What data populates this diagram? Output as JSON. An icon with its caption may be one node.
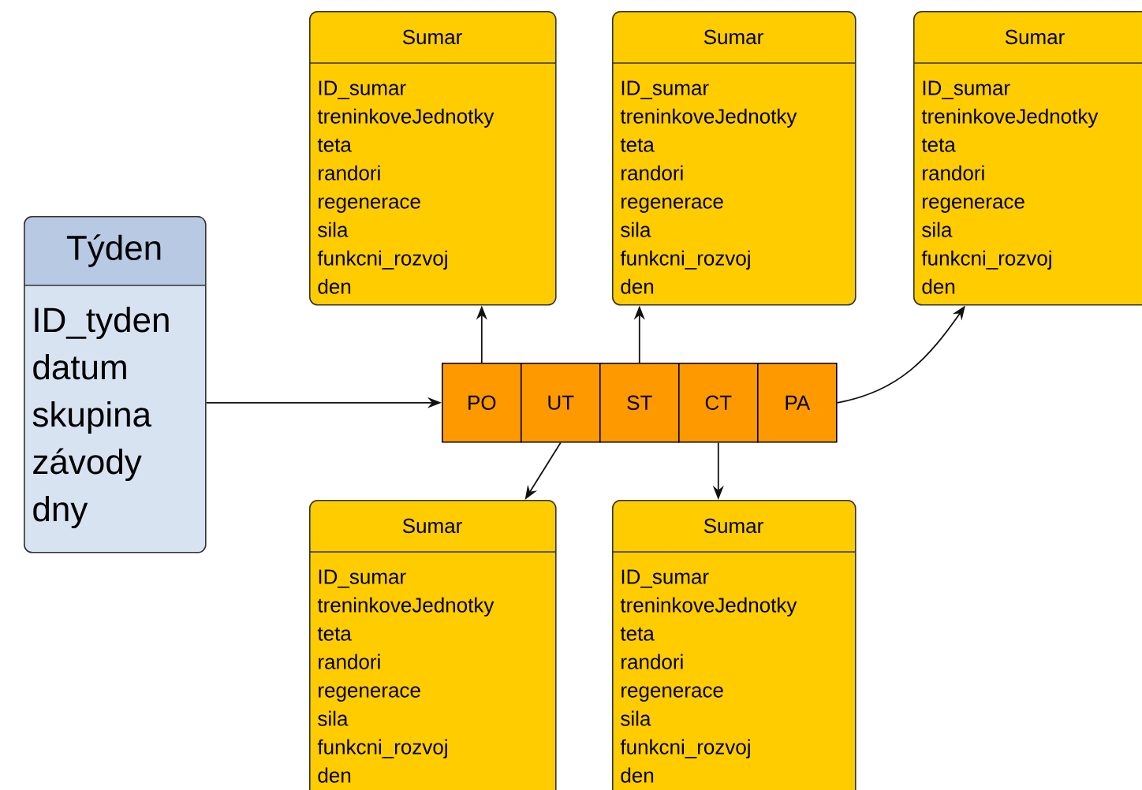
{
  "diagram": {
    "nodes": [
      {
        "text": [
          "Sumar",
          "ID_sumar",
          "treninkoveJednotky",
          "teta",
          "randori",
          "regenerace",
          "sila",
          "funkcni_rozvoj",
          "den"
        ]
      },
      {
        "text": [
          "Sumar",
          "ID_sumar",
          "treninkoveJednotky",
          "teta",
          "randori",
          "regenerace",
          "sila",
          "funkcni_rozvoj",
          "den"
        ]
      },
      {
        "text": [
          "Sumar",
          "ID_sumar",
          "treninkoveJednotky",
          "teta",
          "randori",
          "regenerace",
          "sila",
          "funkcni_rozvoj",
          "den"
        ]
      },
      {
        "text": [
          "Týden",
          "ID_tyden",
          "datum",
          "skupina",
          "závody",
          "dny"
        ]
      },
      {
        "text": [
          "PO"
        ]
      },
      {
        "text": [
          "UT"
        ]
      },
      {
        "text": [
          "ST"
        ]
      },
      {
        "text": [
          "CT"
        ]
      },
      {
        "text": [
          "PA"
        ]
      },
      {
        "text": [
          "Sumar",
          "ID_sumar",
          "treninkoveJednotky",
          "teta",
          "randori",
          "regenerace",
          "sila",
          "funkcni_rozvoj",
          "den"
        ]
      },
      {
        "text": [
          "Sumar",
          "ID_sumar",
          "treninkoveJednotky",
          "teta",
          "randori",
          "regenerace",
          "sila",
          "funkcni_rozvoj",
          "den"
        ]
      }
    ],
    "edges": [
      {
        "from": 3,
        "to": 4,
        "arrow": "to"
      },
      {
        "from": 4,
        "to": 0,
        "arrow": "to"
      },
      {
        "from": 6,
        "to": 1,
        "arrow": "to"
      },
      {
        "from": 8,
        "to": 2,
        "arrow": "to"
      },
      {
        "from": 5,
        "to": 9,
        "arrow": "to"
      },
      {
        "from": 7,
        "to": 10,
        "arrow": "to"
      }
    ]
  }
}
